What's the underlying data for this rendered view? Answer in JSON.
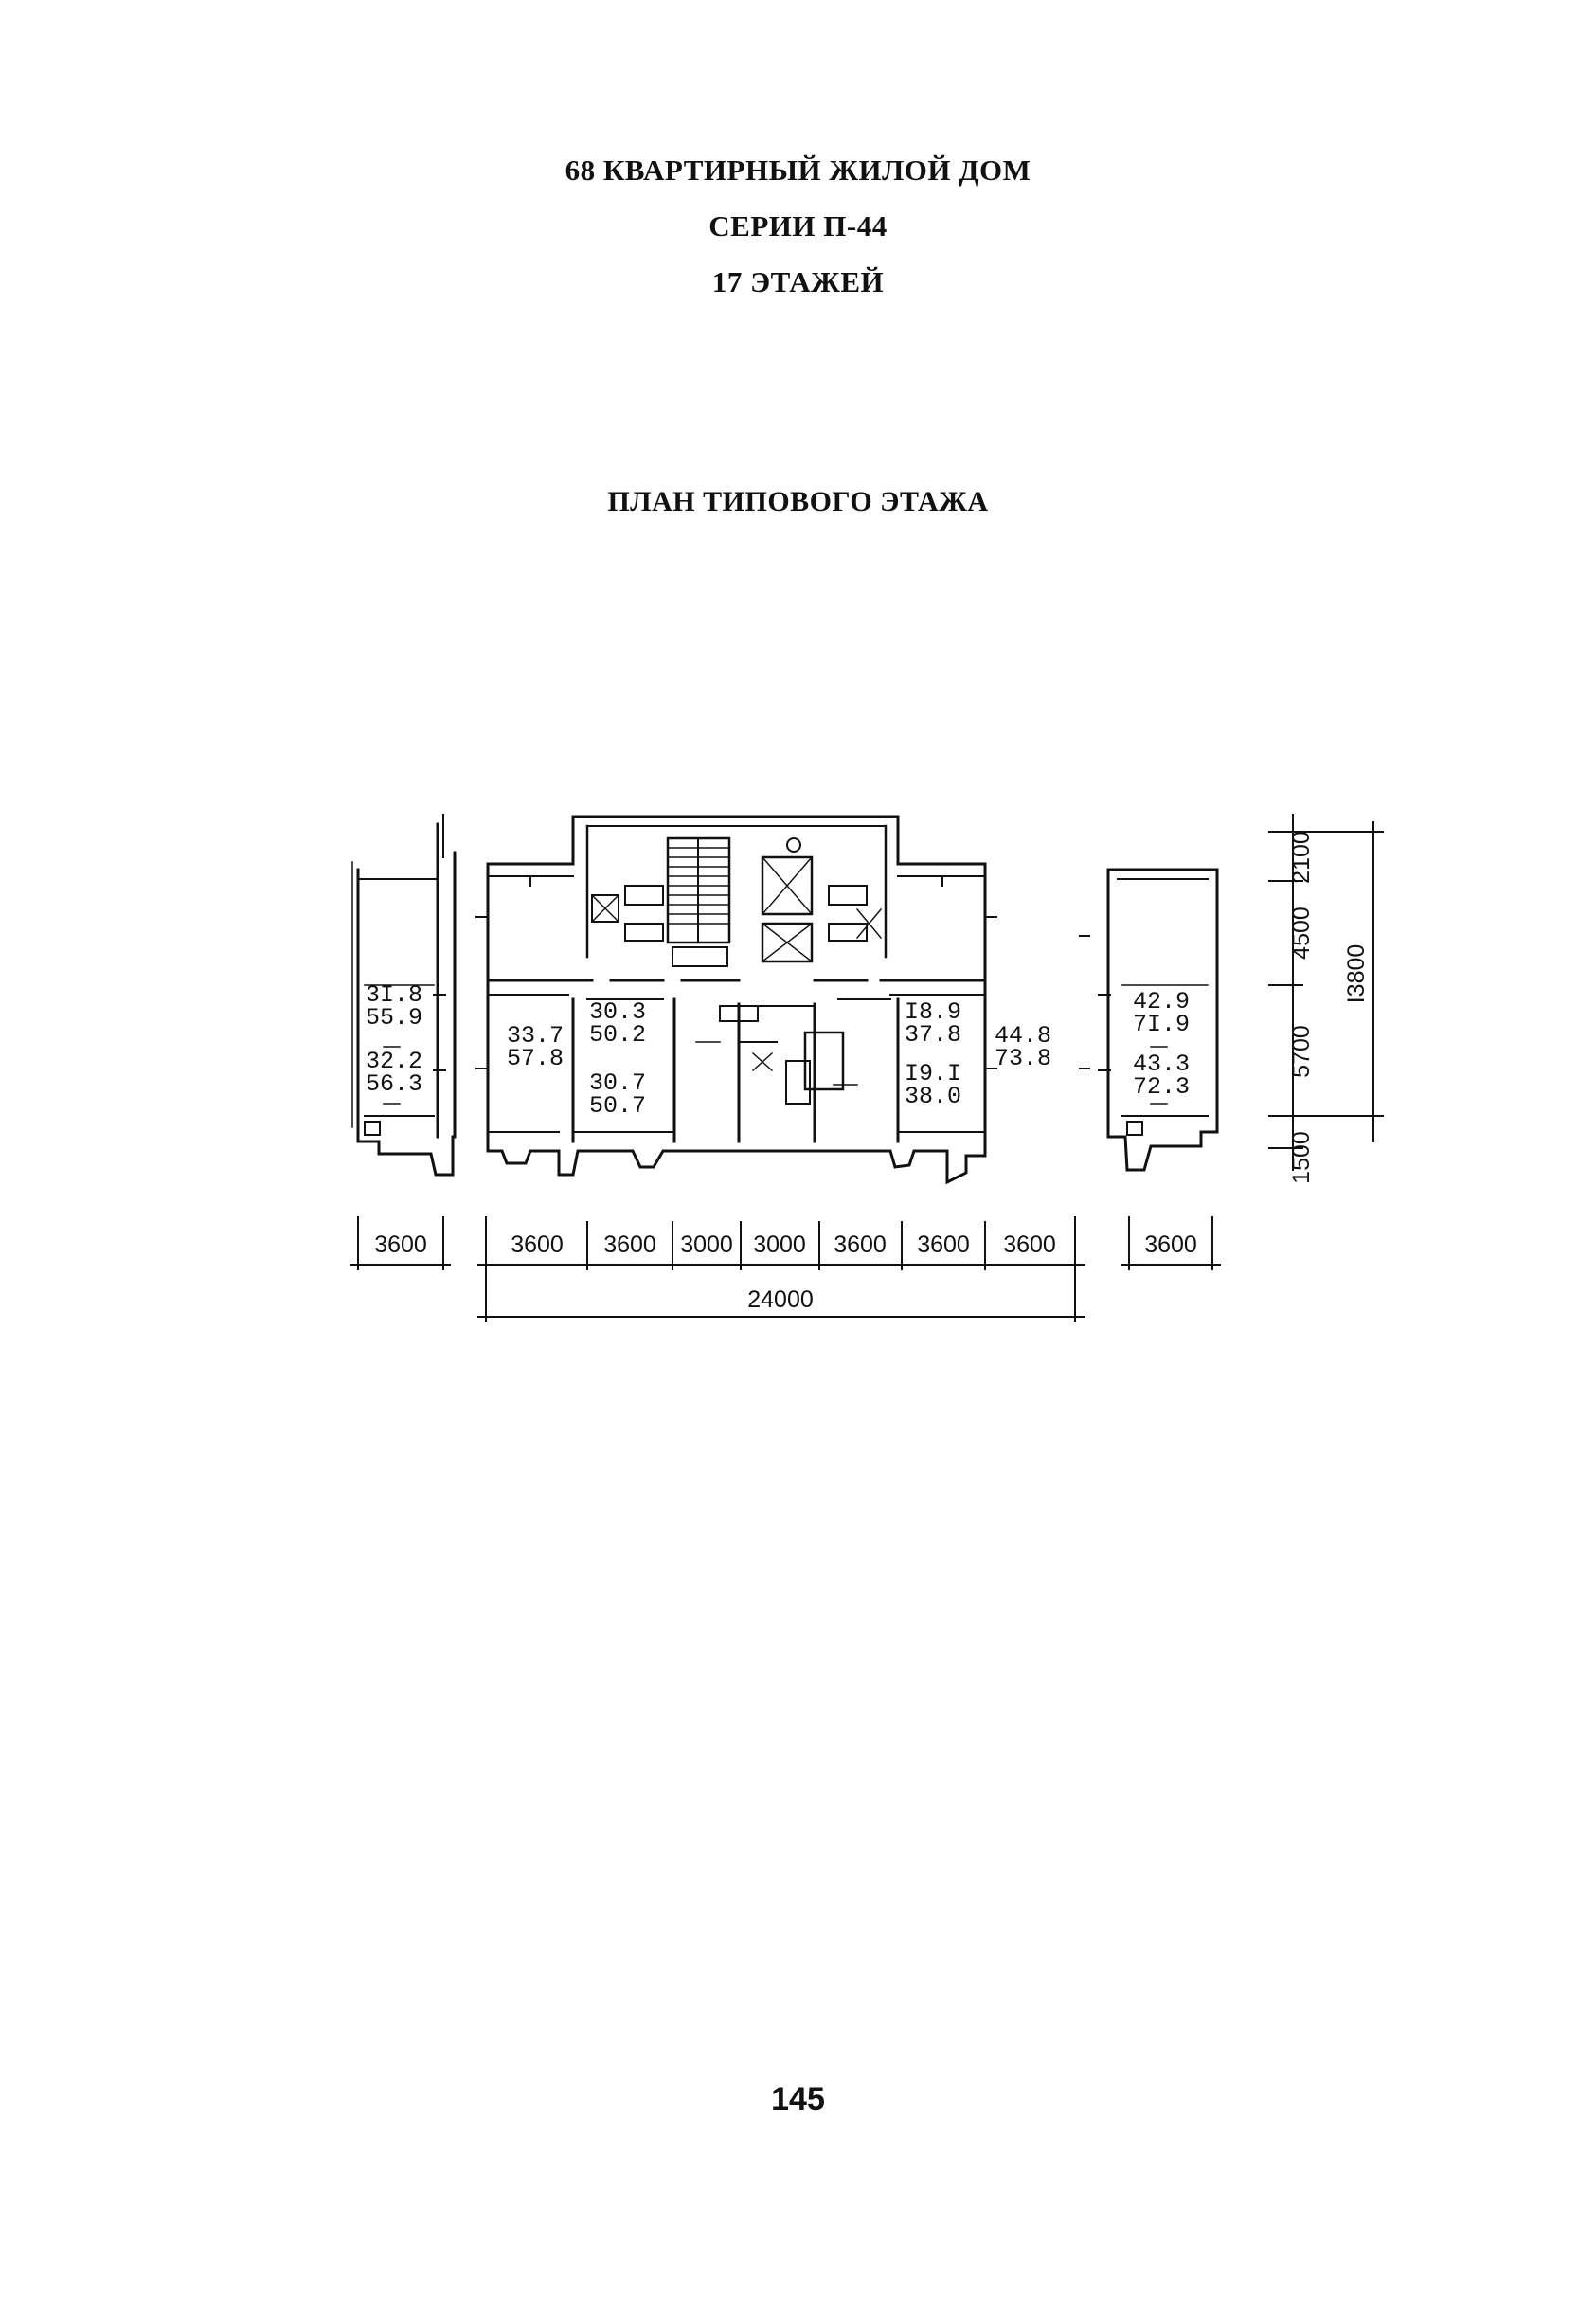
{
  "header": {
    "line1": "68 КВАРТИРНЫЙ ЖИЛОЙ ДОМ",
    "line2": "СЕРИИ П-44",
    "line3": "17 ЭТАЖЕЙ"
  },
  "plan_title": "ПЛАН ТИПОВОГО ЭТАЖА",
  "plan": {
    "left_wing_areas": [
      "3I.8",
      "55.9",
      "32.2",
      "56.3"
    ],
    "center_areas": {
      "a1_living": "33.7",
      "a1_total": "57.8",
      "a2_living": "30.3",
      "a2_total": "50.2",
      "a3_living": "30.7",
      "a3_total": "50.7",
      "a4_living": "I8.9",
      "a4_total": "37.8",
      "a5_living": "I9.I",
      "a5_total": "38.0",
      "a6_living": "44.8",
      "a6_total": "73.8"
    },
    "right_wing_areas": [
      "42.9",
      "7I.9",
      "43.3",
      "72.3"
    ],
    "vertical_dims": [
      "2100",
      "4500",
      "5700",
      "1500"
    ],
    "vertical_total": "I3800",
    "bottom_dims": {
      "left": "3600",
      "center": [
        "3600",
        "3600",
        "3000",
        "3000",
        "3600",
        "3600",
        "3600"
      ],
      "right": "3600",
      "total": "24000"
    }
  },
  "page_number": "145"
}
